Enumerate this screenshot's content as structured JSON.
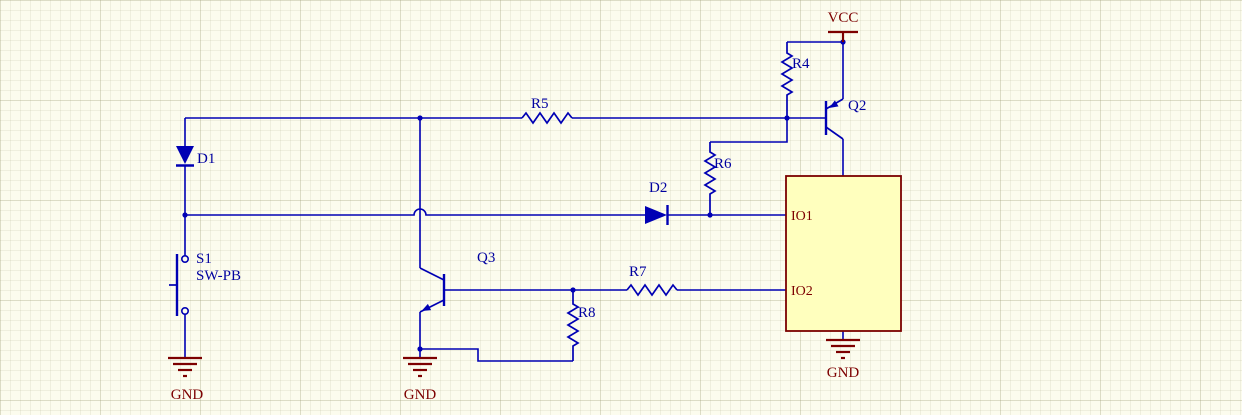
{
  "app": {
    "view": "schematic-canvas"
  },
  "schematic": {
    "power_ports": {
      "vcc_label": "VCC",
      "gnd_label": "GND"
    },
    "components": {
      "D1": {
        "designator": "D1"
      },
      "D2": {
        "designator": "D2"
      },
      "S1": {
        "designator": "S1",
        "value": "SW-PB"
      },
      "R4": {
        "designator": "R4"
      },
      "R5": {
        "designator": "R5"
      },
      "R6": {
        "designator": "R6"
      },
      "R7": {
        "designator": "R7"
      },
      "R8": {
        "designator": "R8"
      },
      "Q2": {
        "designator": "Q2"
      },
      "Q3": {
        "designator": "Q3"
      },
      "U1": {
        "pin_labels": [
          "IO1",
          "IO2"
        ]
      }
    },
    "colors": {
      "wire": "#0000B4",
      "designator": "#0000A0",
      "power": "#7D0000",
      "ic_fill": "#FFFFBE",
      "ic_border": "#7B0000",
      "canvas_bg": "#FCFCEE"
    }
  }
}
